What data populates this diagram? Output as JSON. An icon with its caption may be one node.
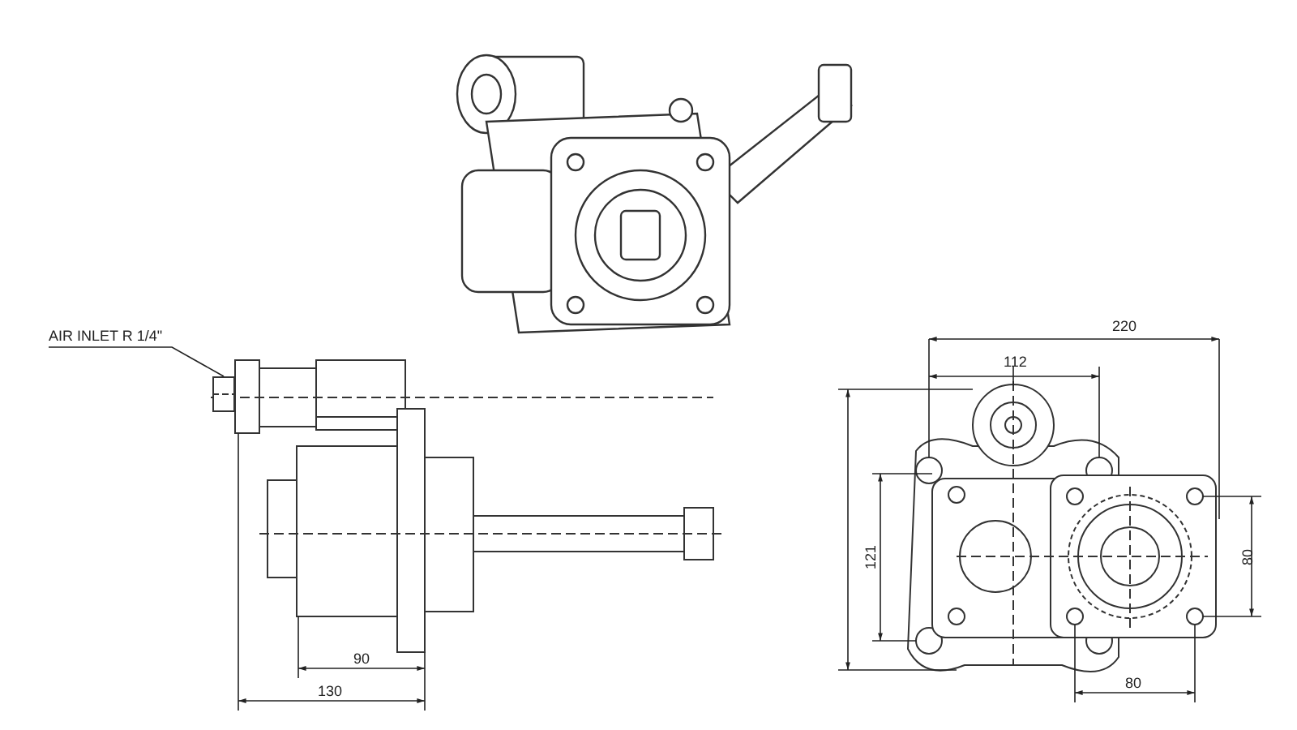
{
  "diagram": {
    "nodes": [
      {
        "text": [
          "AIR INLET R 1/4\""
        ]
      },
      {
        "text": [],
        "shape": "box"
      }
    ],
    "edges": [
      {
        "from": 0,
        "to": 1,
        "arrow": "none"
      }
    ],
    "labels": [
      "220",
      "112",
      "121",
      "80",
      "90",
      "80",
      "130"
    ]
  }
}
